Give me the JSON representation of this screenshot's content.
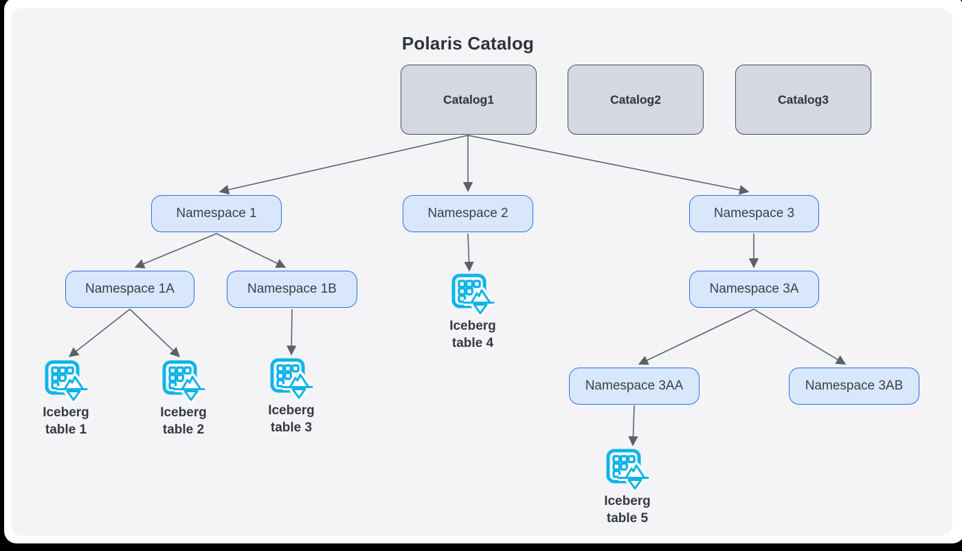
{
  "title": "Polaris Catalog",
  "catalogs": [
    "Catalog1",
    "Catalog2",
    "Catalog3"
  ],
  "namespaces": [
    "Namespace 1",
    "Namespace 2",
    "Namespace 3",
    "Namespace 1A",
    "Namespace 1B",
    "Namespace 3A",
    "Namespace 3AA",
    "Namespace 3AB"
  ],
  "tables": [
    {
      "line1": "Iceberg",
      "line2": "table 1"
    },
    {
      "line1": "Iceberg",
      "line2": "table 2"
    },
    {
      "line1": "Iceberg",
      "line2": "table 3"
    },
    {
      "line1": "Iceberg",
      "line2": "table 4"
    },
    {
      "line1": "Iceberg",
      "line2": "table 5"
    }
  ],
  "hierarchy_edges": [
    {
      "from": "Catalog1",
      "to": "Namespace 1"
    },
    {
      "from": "Catalog1",
      "to": "Namespace 2"
    },
    {
      "from": "Catalog1",
      "to": "Namespace 3"
    },
    {
      "from": "Namespace 1",
      "to": "Namespace 1A"
    },
    {
      "from": "Namespace 1",
      "to": "Namespace 1B"
    },
    {
      "from": "Namespace 1A",
      "to": "Iceberg table 1"
    },
    {
      "from": "Namespace 1A",
      "to": "Iceberg table 2"
    },
    {
      "from": "Namespace 1B",
      "to": "Iceberg table 3"
    },
    {
      "from": "Namespace 2",
      "to": "Iceberg table 4"
    },
    {
      "from": "Namespace 3",
      "to": "Namespace 3A"
    },
    {
      "from": "Namespace 3A",
      "to": "Namespace 3AA"
    },
    {
      "from": "Namespace 3A",
      "to": "Namespace 3AB"
    },
    {
      "from": "Namespace 3AA",
      "to": "Iceberg table 5"
    }
  ],
  "colors": {
    "panel_bg": "#f4f4f6",
    "catalog_fill": "#d4d8e1",
    "catalog_border": "#47505c",
    "namespace_fill": "#d9e7fd",
    "namespace_border": "#2d6ce5",
    "arrow": "#5b6169",
    "iceberg_icon": "#10b3e8",
    "text": "#2e343b"
  }
}
